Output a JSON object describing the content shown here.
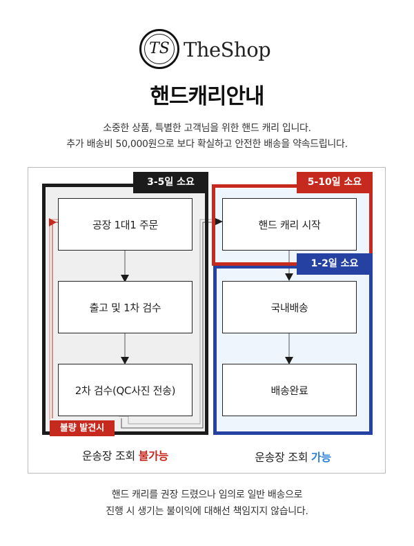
{
  "logo": {
    "monogram": "TS",
    "wordmark": "TheShop"
  },
  "title": "핸드캐리안내",
  "subtitle_lines": [
    "소중한 상품, 특별한 고객님을 위한 핸드 캐리 입니다.",
    "추가 배송비 50,000원으로 보다 확실하고 안전한 배송을 약속드립니다."
  ],
  "diagram": {
    "left_group": {
      "duration": "3-5일 소요",
      "steps": [
        "공장 1대1 주문",
        "출고 및 1차 검수",
        "2차 검수(QC사진 전송)"
      ],
      "defect_tag": "불량 발견시",
      "status_prefix": "운송장 조회 ",
      "status_value": "불가능"
    },
    "right_group": {
      "handcarry_duration": "5-10일 소요",
      "handcarry_step": "핸드 캐리 시작",
      "domestic_duration": "1-2일 소요",
      "steps": [
        "국내배송",
        "배송완료"
      ],
      "status_prefix": "운송장 조회 ",
      "status_value": "가능"
    },
    "colors": {
      "black": "#1b1b1b",
      "red": "#c6291e",
      "blue": "#2542a3",
      "positive": "#2f7fd6"
    }
  },
  "footer_lines": [
    "핸드 캐리를 권장 드렸으나 임의로 일반 배송으로",
    "진행 시 생기는 불이익에 대해선 책임지지 않습니다."
  ]
}
